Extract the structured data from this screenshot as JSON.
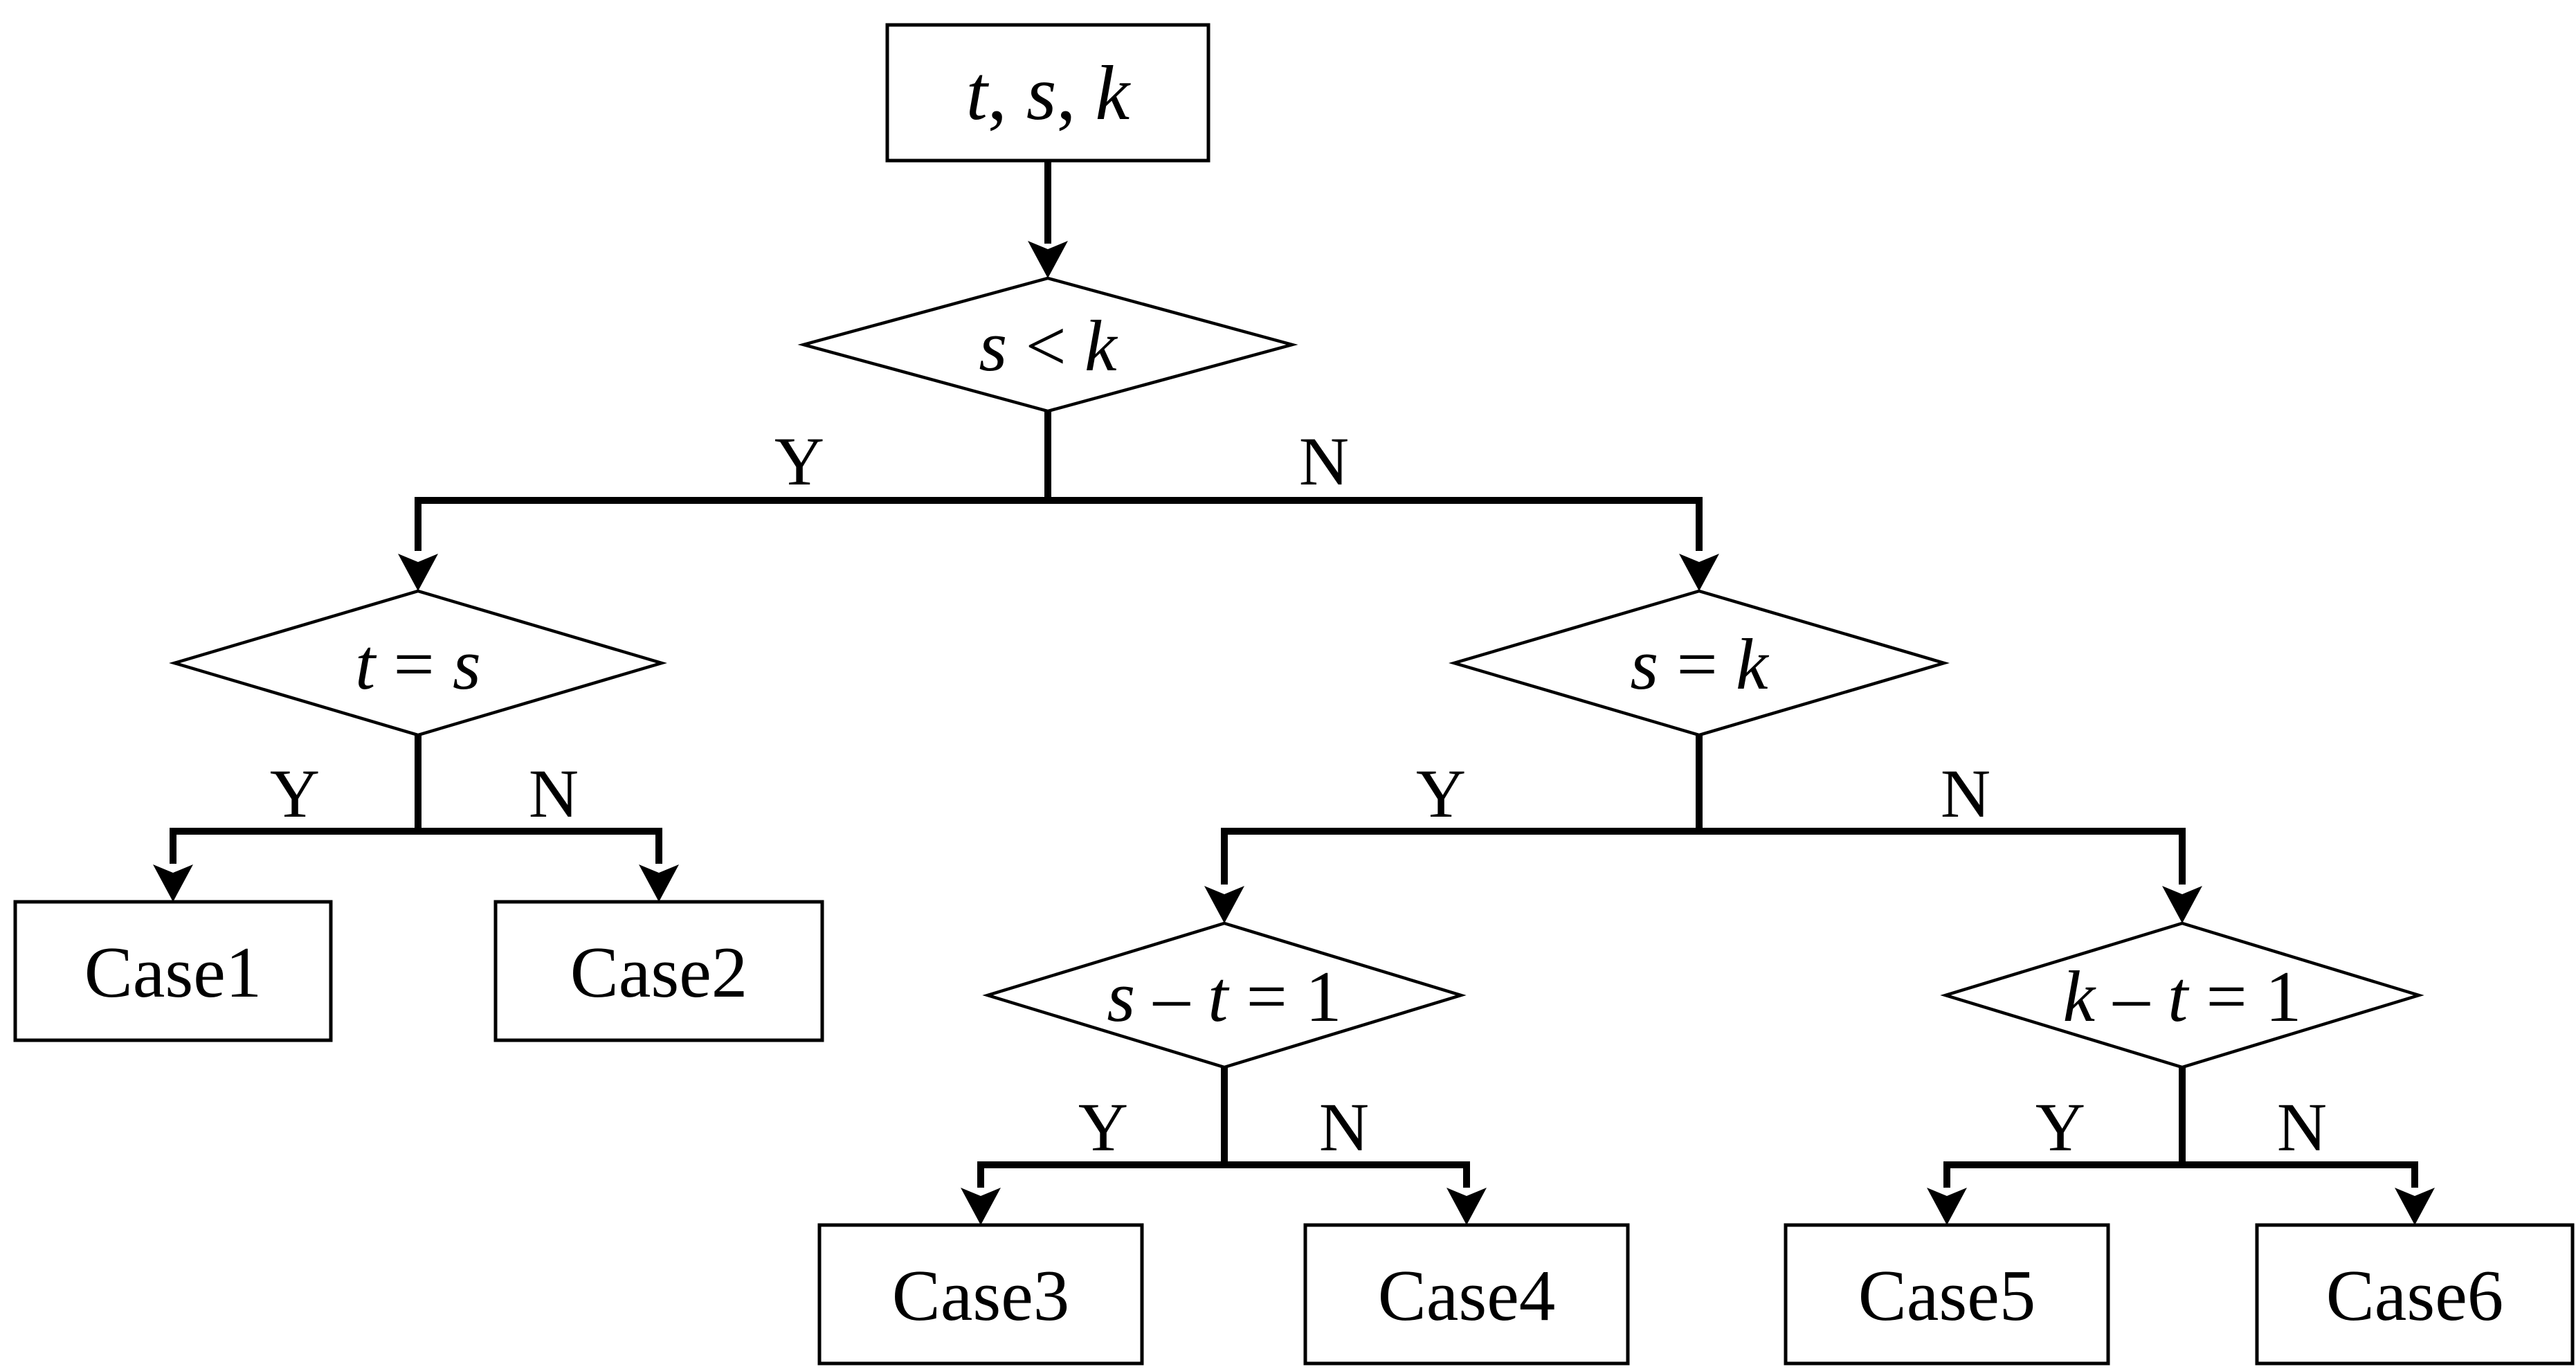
{
  "diagram": {
    "type": "flowchart",
    "colors": {
      "background": "#ffffff",
      "line": "#000000",
      "text": "#000000",
      "shape_fill": "#ffffff"
    },
    "branch_labels": {
      "yes": "Y",
      "no": "N"
    },
    "nodes": {
      "start": {
        "shape": "rectangle",
        "label": "t, s, k",
        "tokens": [
          {
            "t": "t",
            "i": true
          },
          {
            "t": ", ",
            "i": false
          },
          {
            "t": "s",
            "i": true
          },
          {
            "t": ", ",
            "i": false
          },
          {
            "t": "k",
            "i": true
          }
        ]
      },
      "d1": {
        "shape": "diamond",
        "label": "s < k",
        "tokens": [
          {
            "t": "s",
            "i": true
          },
          {
            "t": " < ",
            "i": false
          },
          {
            "t": "k",
            "i": true
          }
        ]
      },
      "d2": {
        "shape": "diamond",
        "label": "t = s",
        "tokens": [
          {
            "t": "t",
            "i": true
          },
          {
            "t": " = ",
            "i": false
          },
          {
            "t": "s",
            "i": true
          }
        ]
      },
      "d3": {
        "shape": "diamond",
        "label": "s = k",
        "tokens": [
          {
            "t": "s",
            "i": true
          },
          {
            "t": " = ",
            "i": false
          },
          {
            "t": "k",
            "i": true
          }
        ]
      },
      "d4": {
        "shape": "diamond",
        "label": "s – t = 1",
        "tokens": [
          {
            "t": "s",
            "i": true
          },
          {
            "t": " – ",
            "i": false
          },
          {
            "t": "t",
            "i": true
          },
          {
            "t": " = 1",
            "i": false
          }
        ]
      },
      "d5": {
        "shape": "diamond",
        "label": "k – t = 1",
        "tokens": [
          {
            "t": "k",
            "i": true
          },
          {
            "t": " – ",
            "i": false
          },
          {
            "t": "t",
            "i": true
          },
          {
            "t": " = 1",
            "i": false
          }
        ]
      },
      "case1": {
        "shape": "rectangle",
        "label": "Case1"
      },
      "case2": {
        "shape": "rectangle",
        "label": "Case2"
      },
      "case3": {
        "shape": "rectangle",
        "label": "Case3"
      },
      "case4": {
        "shape": "rectangle",
        "label": "Case4"
      },
      "case5": {
        "shape": "rectangle",
        "label": "Case5"
      },
      "case6": {
        "shape": "rectangle",
        "label": "Case6"
      }
    },
    "edges": [
      {
        "from": "start",
        "to": "d1"
      },
      {
        "from": "d1",
        "to": "d2",
        "label": "Y"
      },
      {
        "from": "d1",
        "to": "d3",
        "label": "N"
      },
      {
        "from": "d2",
        "to": "case1",
        "label": "Y"
      },
      {
        "from": "d2",
        "to": "case2",
        "label": "N"
      },
      {
        "from": "d3",
        "to": "d4",
        "label": "Y"
      },
      {
        "from": "d3",
        "to": "d5",
        "label": "N"
      },
      {
        "from": "d4",
        "to": "case3",
        "label": "Y"
      },
      {
        "from": "d4",
        "to": "case4",
        "label": "N"
      },
      {
        "from": "d5",
        "to": "case5",
        "label": "Y"
      },
      {
        "from": "d5",
        "to": "case6",
        "label": "N"
      }
    ]
  }
}
